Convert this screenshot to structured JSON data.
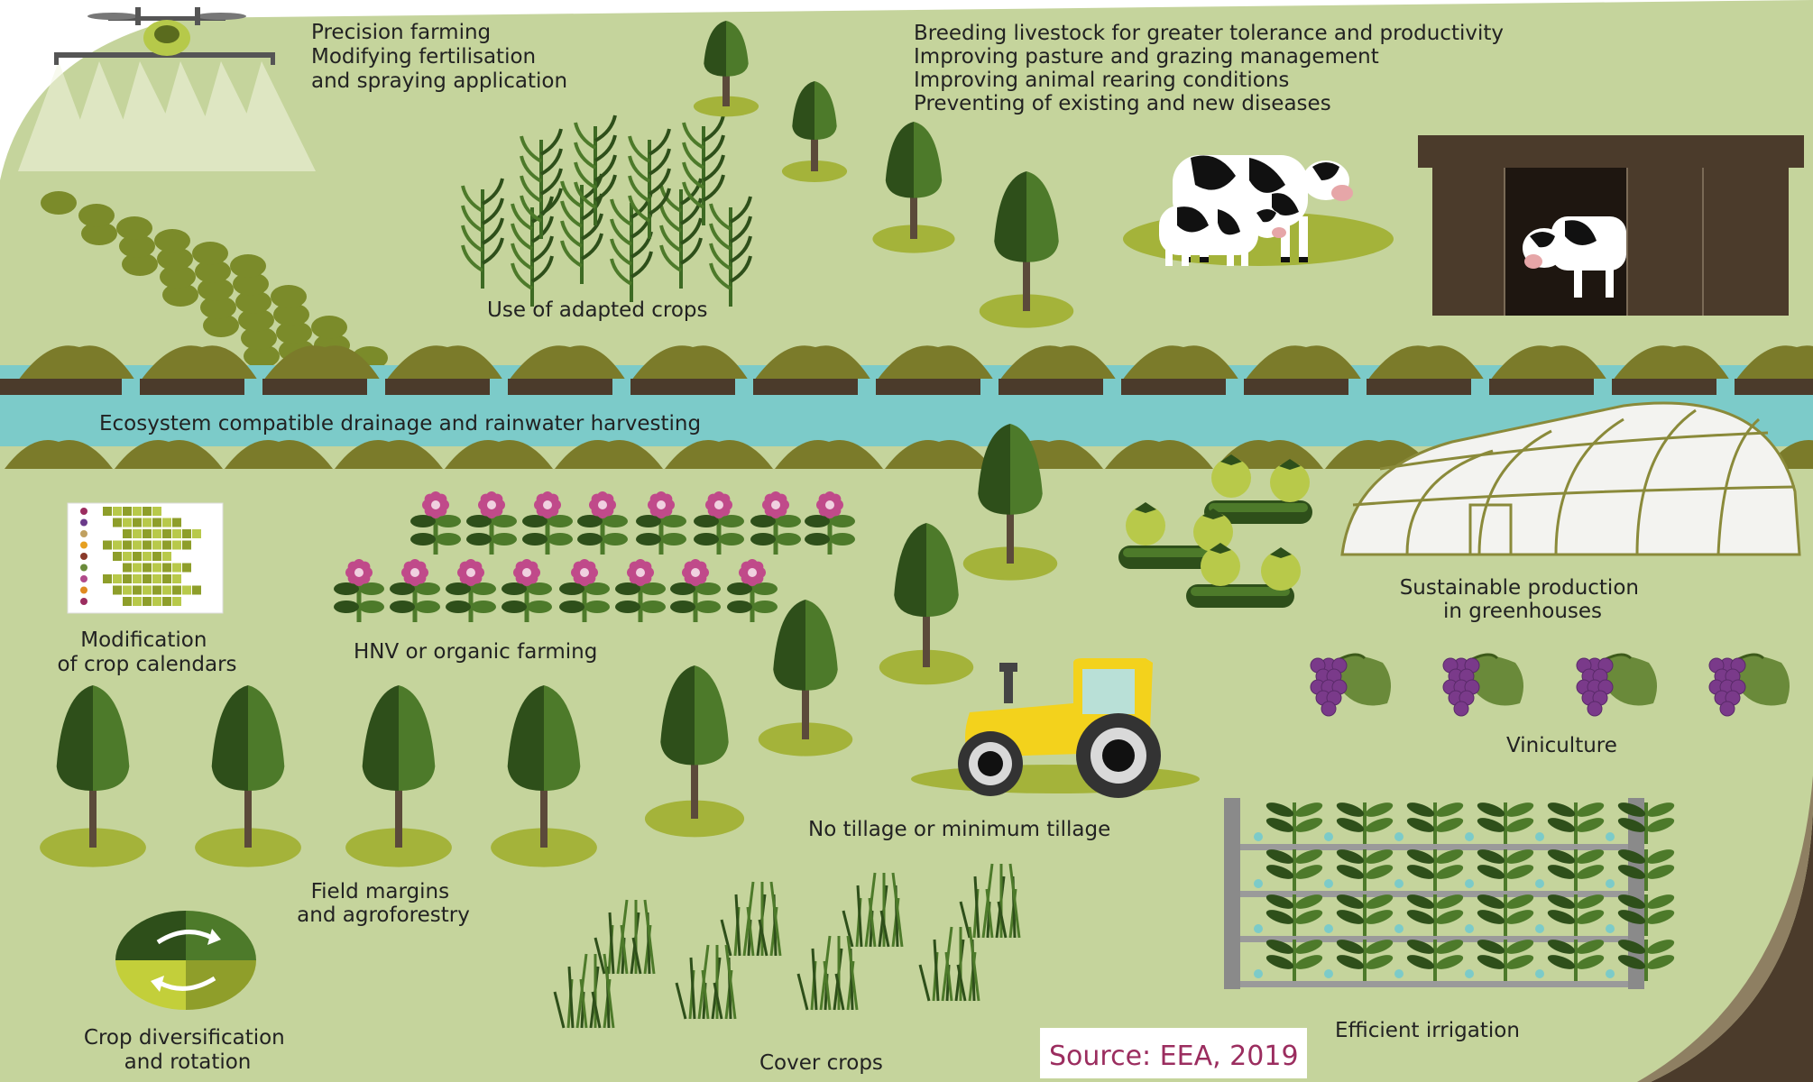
{
  "labels": {
    "precision": [
      "Precision farming",
      "Modifying fertilisation",
      "and spraying application"
    ],
    "livestock": [
      "Breeding livestock for greater tolerance and productivity",
      "Improving pasture and grazing management",
      "Improving animal rearing conditions",
      "Preventing of existing and new diseases"
    ],
    "adapted_crops": "Use of adapted crops",
    "drainage": "Ecosystem compatible drainage and rainwater harvesting",
    "crop_calendars": [
      "Modification",
      "of crop calendars"
    ],
    "hnv": "HNV or organic farming",
    "greenhouses": [
      "Sustainable production",
      "in greenhouses"
    ],
    "viniculture": "Viniculture",
    "no_tillage": "No tillage or minimum tillage",
    "field_margins": [
      "Field margins",
      "and agroforestry"
    ],
    "crop_rotation": [
      "Crop diversification",
      "and rotation"
    ],
    "cover_crops": "Cover crops",
    "irrigation": "Efficient irrigation",
    "source": "Source: EEA, 2019"
  },
  "colors": {
    "field": "#c5d49c",
    "dark_brown": "#4b3b2b",
    "hedge": "#7b7b2a",
    "water": "#7ccbc9",
    "tree_dark": "#2e4f1a",
    "tree_light": "#4d7a2a",
    "shadow": "#a4b33a",
    "flower": "#c04a8a",
    "grape": "#7a3a8a",
    "tractor": "#f3d21c",
    "source_text": "#9b2d5f"
  }
}
